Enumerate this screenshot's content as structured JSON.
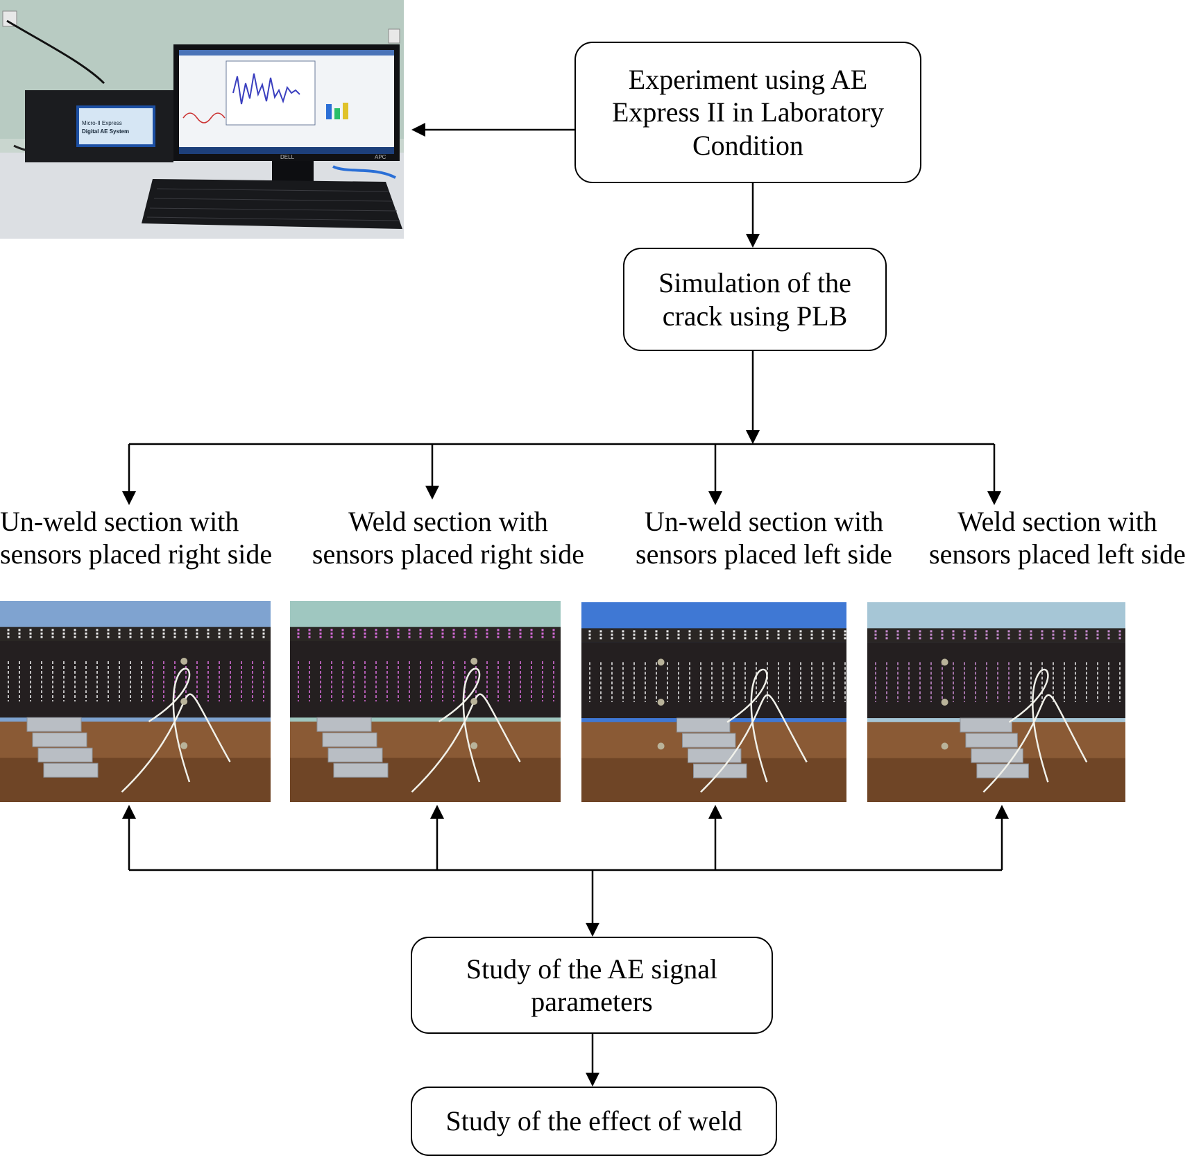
{
  "boxes": {
    "experiment": "Experiment using AE Express II in Laboratory Condition",
    "simulation": "Simulation of the crack using PLB",
    "study_signal": "Study of the AE signal parameters",
    "study_weld": "Study of the effect of weld"
  },
  "cases": [
    {
      "label_line1": "Un-weld section with",
      "label_line2": "sensors placed right side"
    },
    {
      "label_line1": "Weld section with",
      "label_line2": "sensors placed right side"
    },
    {
      "label_line1": "Un-weld section with",
      "label_line2": "sensors placed left side"
    },
    {
      "label_line1": "Weld section with",
      "label_line2": "sensors placed left side"
    }
  ],
  "photo_text": {
    "ae_system_line1": "Micro-II Express",
    "ae_system_line2": "Digital AE System",
    "monitor_brand": "DELL",
    "ups_brand": "APC"
  }
}
